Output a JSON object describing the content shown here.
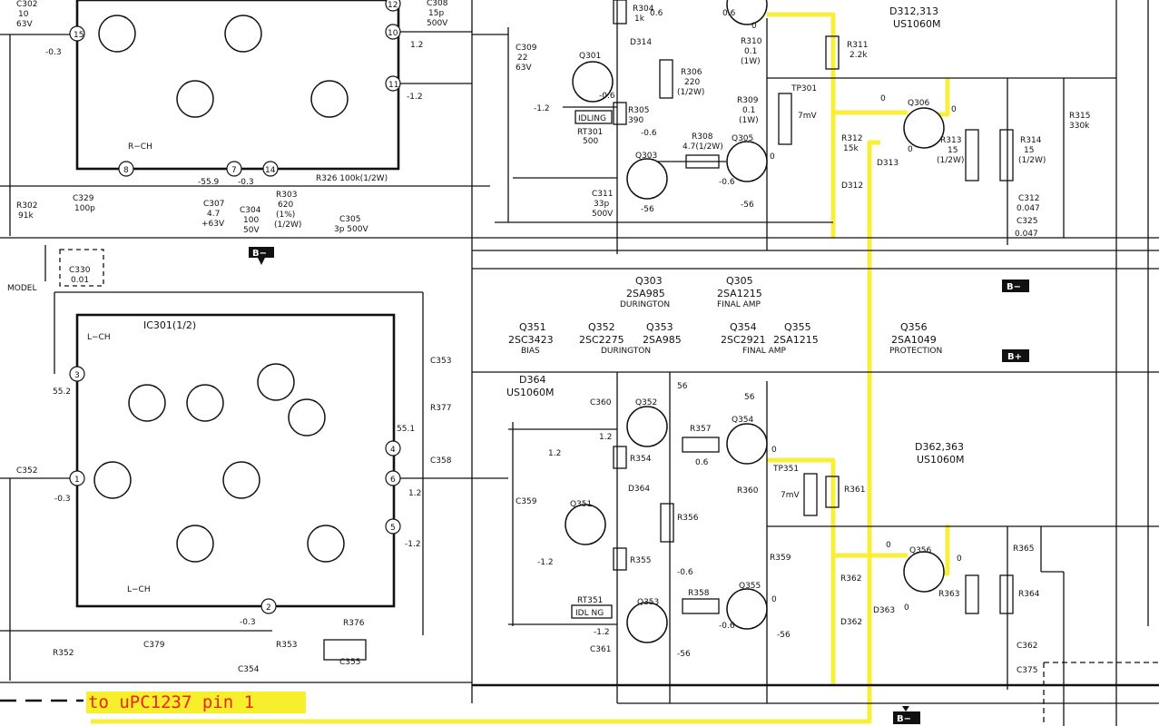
{
  "colors": {
    "ink": "#111111",
    "highlight": "#f7ee2c",
    "note_text": "#e8261c",
    "paper": "#ffffff"
  },
  "annotation": {
    "text": "to uPC1237 pin 1"
  },
  "headings": {
    "d312": "D312,313",
    "d312_part": "US1060M",
    "d362": "D362,363",
    "d362_part": "US1060M",
    "d364": "D364",
    "d364_part": "US1060M",
    "q303": "Q303",
    "q303_part": "2SA985",
    "q303_role": "DURINGTON",
    "q305": "Q305",
    "q305_part": "2SA1215",
    "q305_role": "FINAL AMP",
    "q351": "Q351",
    "q351_part": "2SC3423",
    "q351_role": "BIAS",
    "q352": "Q352",
    "q352_part": "2SC2275",
    "q353": "Q353",
    "q353_part": "2SA985",
    "q352_353_role": "DURINGTON",
    "q354": "Q354",
    "q354_part": "2SC2921",
    "q355": "Q355",
    "q355_part": "2SA1215",
    "q354_355_role": "FINAL AMP",
    "q356": "Q356",
    "q356_part": "2SA1049",
    "q356_role": "PROTECTION",
    "ic301": "IC301(1/2)",
    "model": "MODEL"
  },
  "badges": {
    "bminus1": "B−",
    "bminus2": "B−",
    "bplus": "B+",
    "bminus3": "B−"
  },
  "pins": {
    "p15": "15",
    "p12": "12",
    "p10": "10",
    "p11": "11",
    "p8": "8",
    "p7": "7",
    "p14": "14",
    "p3": "3",
    "p4": "4",
    "p6": "6",
    "p1": "1",
    "p5": "5",
    "p2": "2"
  },
  "labels": {
    "c302": "C302",
    "c302_v": "10",
    "c302_w": "63V",
    "c308": "C308",
    "c308_v": "15p",
    "c308_w": "500V",
    "c309": "C309",
    "c309_v": "22",
    "c309_w": "63V",
    "r304": "R304",
    "r304_v": "1k",
    "d314": "D314",
    "q301": "Q301",
    "r306": "R306",
    "r306_v": "220",
    "r306_w": "(1/2W)",
    "r305": "R305",
    "r305_v": "390",
    "idling": "IDLING",
    "rt301": "RT301",
    "rt301_v": "500",
    "r310": "R310",
    "r310_v": "0.1",
    "r310_w": "(1W)",
    "r309": "R309",
    "r309_v": "0.1",
    "r309_w": "(1W)",
    "r311": "R311",
    "r311_v": "2.2k",
    "tp301": "TP301",
    "tp301_v": "7mV",
    "r312": "R312",
    "r312_v": "15k",
    "d313": "D313",
    "d312": "D312",
    "q306": "Q306",
    "r313": "R313",
    "r313_v": "15",
    "r313_w": "(1/2W)",
    "r314": "R314",
    "r314_v": "15",
    "r314_w": "(1/2W)",
    "r315": "R315",
    "r315_v": "330k",
    "c312": "C312",
    "c312_v": "0.047",
    "c325": "C325",
    "c325_v": "0.047",
    "r308": "R308",
    "r308_v": "4.7(1/2W)",
    "q303": "Q303",
    "q305": "Q305",
    "c311": "C311",
    "c311_v": "33p",
    "c311_w": "500V",
    "rch": "R−CH",
    "c329": "C329",
    "c329_v": "100p",
    "r302": "R302",
    "r302_v": "91k",
    "c307": "C307",
    "c307_v": "4.7",
    "c307_w": "+63V",
    "r303": "R303",
    "r303_v": "620",
    "r303_w": "(1%)",
    "r303_x": "(1/2W)",
    "c304": "C304",
    "c304_v": "100",
    "c304_w": "50V",
    "r326": "R326 100k(1/2W)",
    "c305": "C305",
    "c305_v": "3p  500V",
    "c330": "C330",
    "c330_v": "0.01",
    "lch1": "L−CH",
    "lch2": "L−CH",
    "c353": "C353",
    "r377": "R377",
    "c358": "C358",
    "c352": "C352",
    "c359": "C359",
    "c360": "C360",
    "q352": "Q352",
    "r354": "R354",
    "d364": "D364",
    "q351": "Q351",
    "r355": "R355",
    "rt351": "RT351",
    "idling2": "IDL NG",
    "q353": "Q353",
    "c361": "C361",
    "r357": "R357",
    "q354": "Q354",
    "r356": "R356",
    "r358": "R358",
    "q355": "Q355",
    "r360": "R360",
    "r359": "R359",
    "tp351": "TP351",
    "tp351_v": "7mV",
    "r361": "R361",
    "r362": "R362",
    "d362": "D362",
    "d363": "D363",
    "q356": "Q356",
    "r363": "R363",
    "r364": "R364",
    "r365": "R365",
    "c362": "C362",
    "c375": "C375",
    "c379": "C379",
    "r352": "R352",
    "r376": "R376",
    "c355": "C355",
    "r353": "R353",
    "c354": "C354"
  },
  "voltages": {
    "v_m03a": "-0.3",
    "v_12a": "1.2",
    "v_m12a": "-1.2",
    "v_m06": "-0.6",
    "v_m12b": "-1.2",
    "v_m06b": "-0.6",
    "v_06": "0.6",
    "v_06b": "0.6",
    "v_0a": "0",
    "v_0b": "0",
    "v_0c": "0",
    "v_0d": "0",
    "v_0e": "0",
    "v_m56a": "-56",
    "v_m56b": "-56",
    "v_m06c": "-0.6",
    "v_m559": "-55.9",
    "v_m03b": "-0.3",
    "v_552": "55.2",
    "v_551": "55.1",
    "v_m03c": "-0.3",
    "v_12b": "1.2",
    "v_m12c": "-1.2",
    "v_m03d": "-0.3",
    "v_12c": "1.2",
    "v_12d": "1.2",
    "v_m12d": "-1.2",
    "v_56a": "56",
    "v_56b": "56",
    "v_06c": "0.6",
    "v_0f": "0",
    "v_m06d": "-0.6",
    "v_m12e": "-1.2",
    "v_m56c": "-56",
    "v_m56d": "-56",
    "v_m06e": "-0.6",
    "v_0g": "0",
    "v_0h": "0",
    "v_0i": "0",
    "v_0j": "0"
  }
}
